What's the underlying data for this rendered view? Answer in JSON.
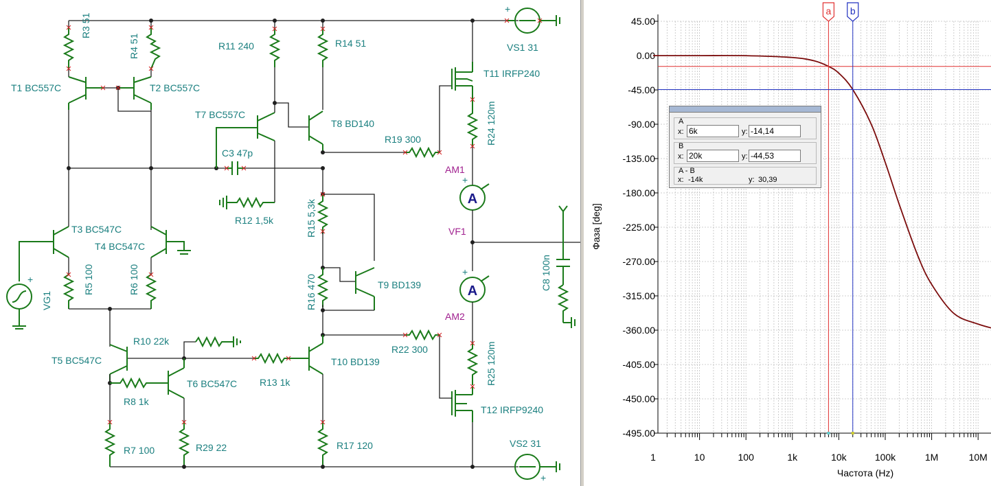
{
  "schematic": {
    "labels": {
      "r3": "R3 51",
      "r4": "R4 51",
      "r11": "R11 240",
      "r14": "R14 51",
      "vs1": "VS1 31",
      "t11": "T11 IRFP240",
      "t1": "T1 BC557C",
      "t2": "T2 BC557C",
      "t7": "T7 BC557C",
      "t8": "T8 BD140",
      "r24": "R24 120m",
      "r19": "R19 300",
      "c3": "C3 47p",
      "am1": "AM1",
      "r12": "R12 1,5k",
      "r15": "R15 5,3k",
      "vf1": "VF1",
      "t3": "T3 BC547C",
      "t4": "T4 BC547C",
      "c8": "C8 100n",
      "r16": "R16 470",
      "t9": "T9 BD139",
      "r5": "R5 100",
      "r6": "R6 100",
      "vg1": "VG1",
      "am2": "AM2",
      "r10": "R10 22k",
      "t5": "T5 BC547C",
      "r22": "R22 300",
      "t10": "T10 BD139",
      "r25": "R25 120m",
      "r13": "R13 1k",
      "t6": "T6 BC547C",
      "r8": "R8 1k",
      "t12": "T12 IRFP9240",
      "r7": "R7 100",
      "r29": "R29 22",
      "r17": "R17 120",
      "vs2": "VS2 31",
      "plus": "+",
      "ammeter_glyph": "A"
    }
  },
  "plot": {
    "y_axis_label": "Фаза [deg]",
    "x_axis_label": "Частота (Hz)",
    "y_ticks": [
      "45.00",
      "0.00",
      "-45.00",
      "-90.00",
      "-135.00",
      "-180.00",
      "-225.00",
      "-270.00",
      "-315.00",
      "-360.00",
      "-405.00",
      "-450.00",
      "-495.00"
    ],
    "x_ticks": [
      "1",
      "10",
      "100",
      "1k",
      "10k",
      "100k",
      "1M",
      "10M"
    ],
    "cursor_a_label": "a",
    "cursor_b_label": "b",
    "colors": {
      "curve": "#7b0c0c",
      "cursor_a": "#e03030",
      "cursor_b": "#2030c0",
      "grid": "#c0c0c0"
    }
  },
  "readout": {
    "group_a_title": "A",
    "group_b_title": "B",
    "group_ab_title": "A - B",
    "x_label": "x:",
    "y_label": "y:",
    "a_x": "6k",
    "a_y": "-14,14",
    "b_x": "20k",
    "b_y": "-44,53",
    "ab_x": "-14k",
    "ab_y": "30,39"
  },
  "chart_data": {
    "type": "line",
    "xlabel": "Частота (Hz)",
    "ylabel": "Фаза [deg]",
    "x_scale": "log",
    "xlim": [
      1,
      30000000
    ],
    "ylim": [
      -495,
      45
    ],
    "grid": true,
    "series": [
      {
        "x": [
          1,
          10,
          100,
          1000,
          3000,
          6000,
          10000,
          20000,
          50000,
          100000,
          200000,
          500000,
          1000000,
          3000000,
          10000000,
          30000000
        ],
        "values": [
          0,
          0,
          -0.1,
          -2.5,
          -7,
          -14.14,
          -23,
          -44.53,
          -90,
          -140,
          -195,
          -262,
          -300,
          -338,
          -352,
          -360
        ]
      }
    ],
    "cursors": [
      {
        "name": "a",
        "x": 6000,
        "y": -14.14
      },
      {
        "name": "b",
        "x": 20000,
        "y": -44.53
      }
    ]
  }
}
